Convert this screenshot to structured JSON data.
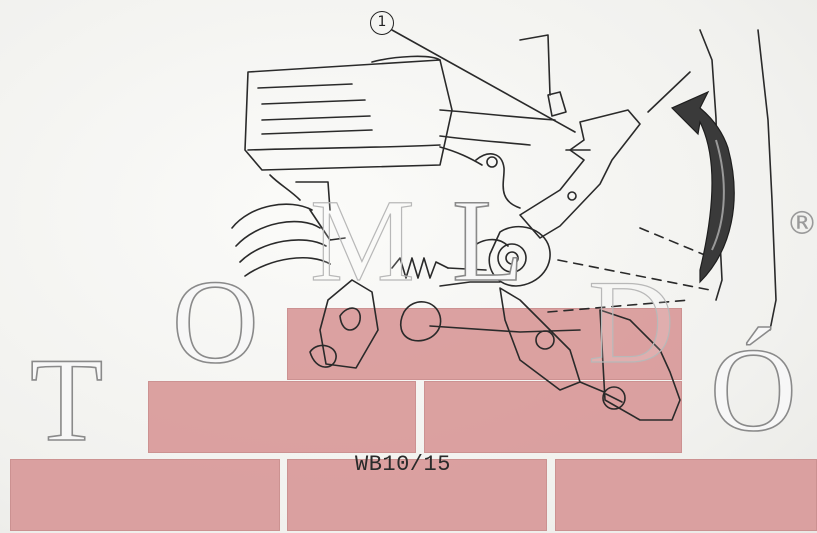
{
  "diagram": {
    "callout_number": "1",
    "caption": "WB10/15"
  },
  "watermark": {
    "letters": [
      "T",
      "O",
      "M",
      "L",
      "D",
      "Ó"
    ],
    "registered_mark": "®"
  },
  "colors": {
    "brick": "#d99a9a",
    "line": "#2a2a2a",
    "paper": "#f2f2f0"
  }
}
